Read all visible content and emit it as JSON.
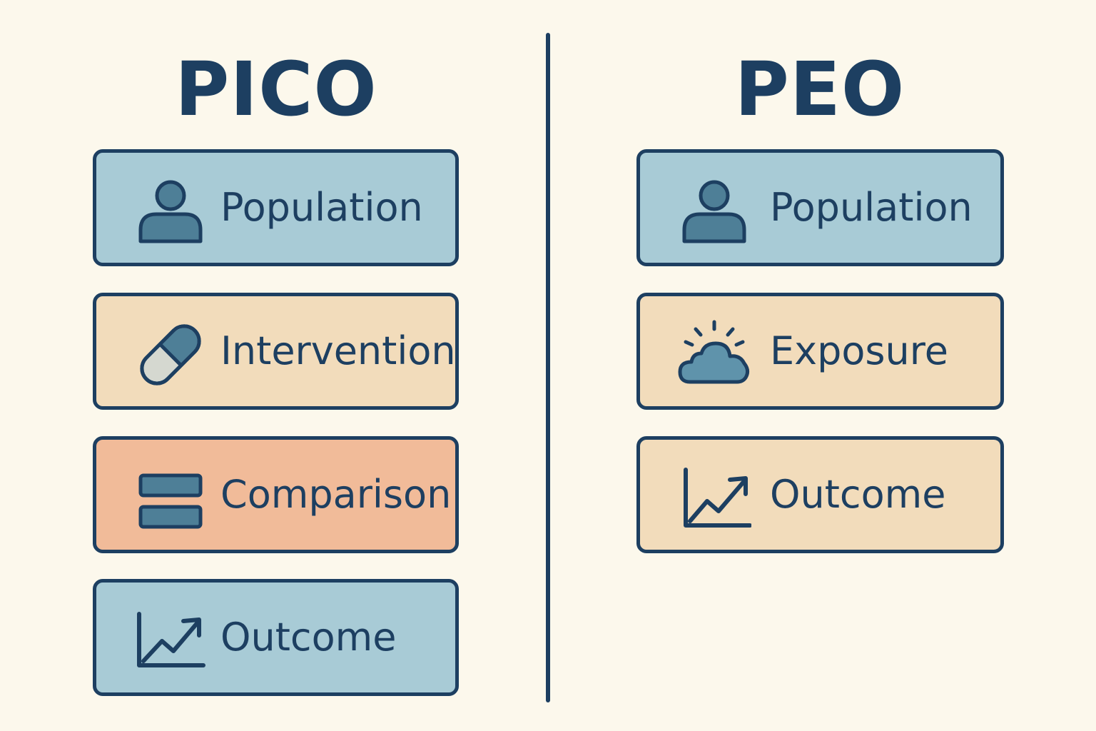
{
  "colors": {
    "background": "#fcf8ec",
    "outline": "#1d3f61",
    "blue": "#a8cbd6",
    "tan": "#f2dcbb",
    "salmon": "#f1bb99",
    "icon_fill": "#4e7f97"
  },
  "pico": {
    "title": "PICO",
    "items": [
      {
        "label": "Population",
        "icon": "person-icon",
        "color": "blue"
      },
      {
        "label": "Intervention",
        "icon": "pill-icon",
        "color": "tan"
      },
      {
        "label": "Comparison",
        "icon": "comparison-bars-icon",
        "color": "salmon"
      },
      {
        "label": "Outcome",
        "icon": "trend-chart-icon",
        "color": "blue"
      }
    ]
  },
  "peo": {
    "title": "PEO",
    "items": [
      {
        "label": "Population",
        "icon": "person-icon",
        "color": "blue"
      },
      {
        "label": "Exposure",
        "icon": "sun-cloud-icon",
        "color": "tan"
      },
      {
        "label": "Outcome",
        "icon": "trend-chart-icon",
        "color": "tan"
      }
    ]
  }
}
